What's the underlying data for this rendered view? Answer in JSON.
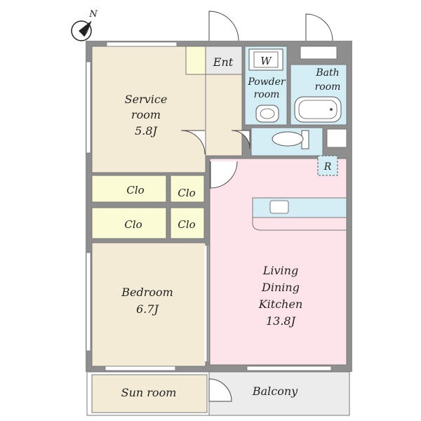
{
  "compass": {
    "label": "N",
    "icon": "compass-north-arrow-icon"
  },
  "colors": {
    "wall": "#8e8e8e",
    "room_beige": "#f3ebd6",
    "closet": "#fbfbd6",
    "wet_area": "#d4eef6",
    "ldk": "#fde4ea",
    "balcony": "#ececec",
    "entrance": "#eaeaea"
  },
  "rooms": {
    "service_room": {
      "line1": "Service",
      "line2": "room",
      "size": "5.8J"
    },
    "bedroom": {
      "line1": "Bedroom",
      "size": "6.7J"
    },
    "ldk": {
      "line1": "Living",
      "line2": "Dining",
      "line3": "Kitchen",
      "size": "13.8J"
    },
    "entrance": "Ent",
    "powder_room": {
      "line1": "Powder",
      "line2": "room"
    },
    "bath_room": {
      "line1": "Bath",
      "line2": "room"
    },
    "washer": "W",
    "refrigerator": "R",
    "closets": [
      "Clo",
      "Clo",
      "Clo",
      "Clo"
    ],
    "sun_room": "Sun room",
    "balcony": "Balcony"
  }
}
